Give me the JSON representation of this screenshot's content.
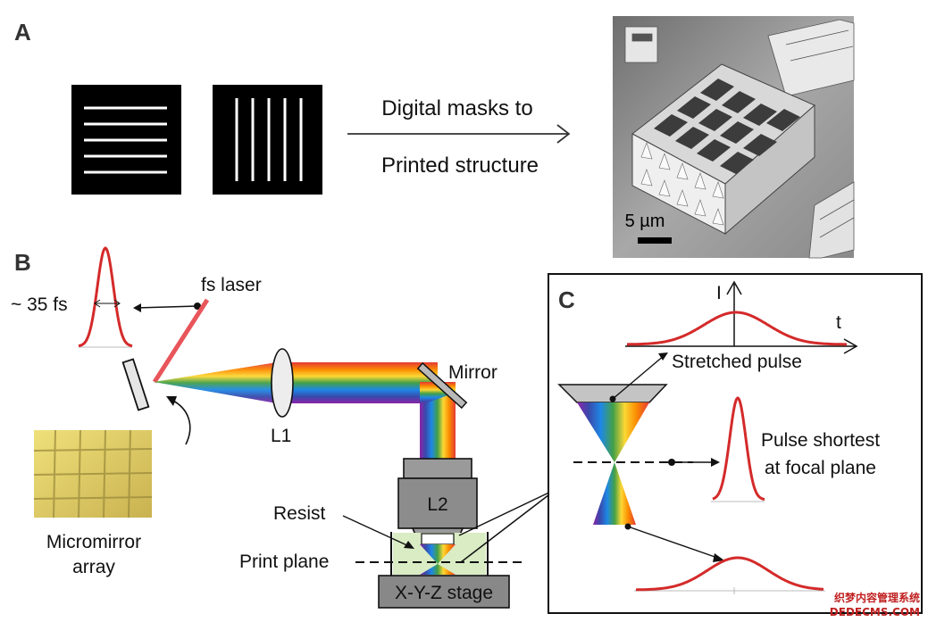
{
  "panel_a": {
    "letter": "A",
    "arrow_line1": "Digital masks to",
    "arrow_line2": "Printed structure",
    "scale_bar": "5 µm"
  },
  "panel_b": {
    "letter": "B",
    "pulse_width": "~ 35 fs",
    "fs_laser": "fs laser",
    "mirror": "Mirror",
    "lens1": "L1",
    "lens2": "L2",
    "micromirror_line1": "Micromirror",
    "micromirror_line2": "array",
    "resist": "Resist",
    "print_plane": "Print plane",
    "stage": "X-Y-Z stage"
  },
  "panel_c": {
    "letter": "C",
    "axis_i": "I",
    "axis_t": "t",
    "stretched_pulse": "Stretched pulse",
    "shortest_line1": "Pulse shortest",
    "shortest_line2": "at focal plane"
  },
  "watermark": {
    "line1": "织梦内容管理系统",
    "line2": "DEDECMS.COM"
  },
  "colors": {
    "pulse": "#d42a2a",
    "laser_beam": "#e8555a",
    "glass": "#e8e8e8",
    "device": "#8c8c8c",
    "resist_fill": "#d9ecc4",
    "micromirror": "#d8c66a",
    "sem_background": "#b5b5b5"
  }
}
